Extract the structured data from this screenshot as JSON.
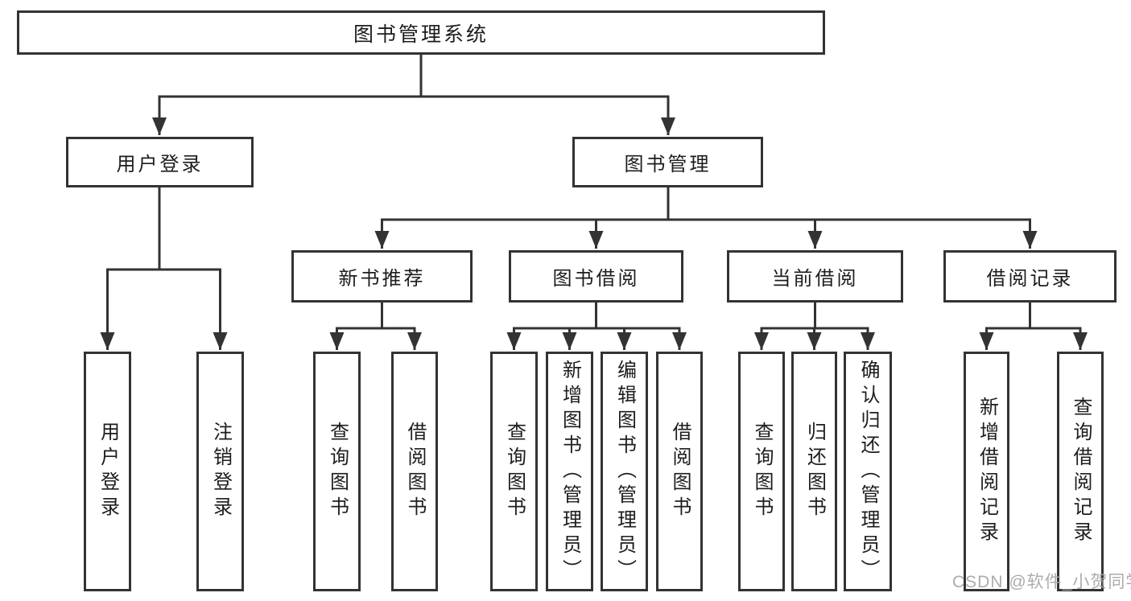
{
  "tree": {
    "label": "图书管理系统",
    "children": [
      {
        "label": "用户登录",
        "children": [
          {
            "label": "用户登录"
          },
          {
            "label": "注销登录"
          }
        ]
      },
      {
        "label": "图书管理",
        "children": [
          {
            "label": "新书推荐",
            "children": [
              {
                "label": "查询图书"
              },
              {
                "label": "借阅图书"
              }
            ]
          },
          {
            "label": "图书借阅",
            "children": [
              {
                "label": "查询图书"
              },
              {
                "label": "新增图书（管理员）"
              },
              {
                "label": "编辑图书（管理员）"
              },
              {
                "label": "借阅图书"
              }
            ]
          },
          {
            "label": "当前借阅",
            "children": [
              {
                "label": "查询图书"
              },
              {
                "label": "归还图书"
              },
              {
                "label": "确认归还（管理员）"
              }
            ]
          },
          {
            "label": "借阅记录",
            "children": [
              {
                "label": "新增借阅记录"
              },
              {
                "label": "查询借阅记录"
              }
            ]
          }
        ]
      }
    ]
  },
  "watermark": "CSDN @软件_小贺同学",
  "colors": {
    "line": "#333333",
    "box_border": "#333333",
    "text": "#1d1d1d",
    "watermark": "#a8a8a8",
    "background": "#ffffff"
  }
}
